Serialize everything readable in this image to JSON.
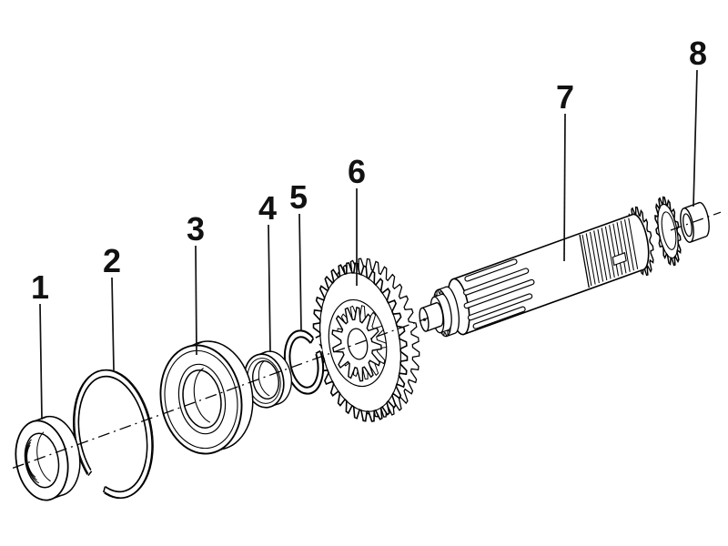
{
  "diagram": {
    "kind": "exploded-parts-diagram",
    "background": "#ffffff",
    "line_color": "#000000",
    "callouts": [
      {
        "number": "1"
      },
      {
        "number": "2"
      },
      {
        "number": "3"
      },
      {
        "number": "4"
      },
      {
        "number": "5"
      },
      {
        "number": "6"
      },
      {
        "number": "7"
      },
      {
        "number": "8"
      }
    ]
  }
}
